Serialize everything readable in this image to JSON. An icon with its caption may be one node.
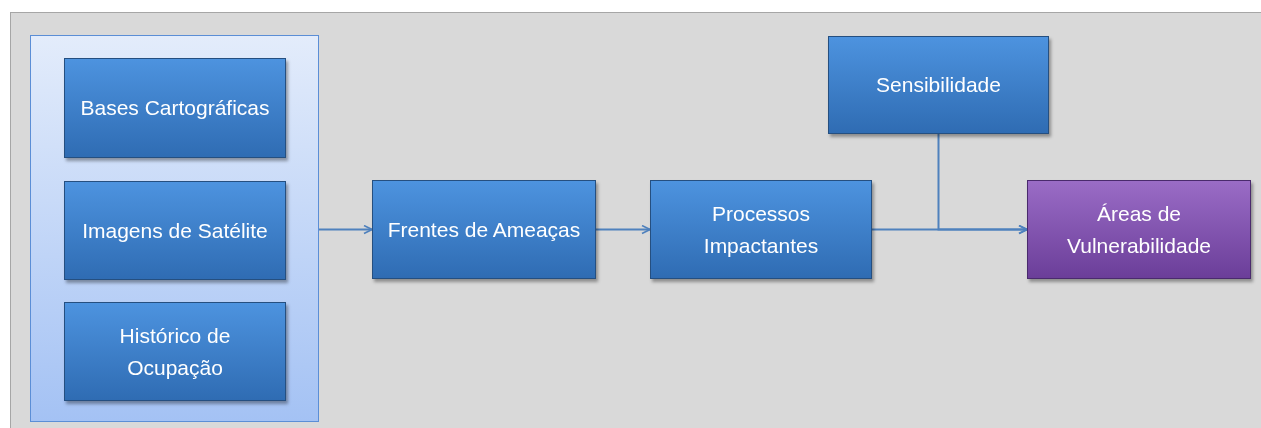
{
  "diagram": {
    "nodes": [
      {
        "text": [],
        "shape": "box"
      },
      {
        "text": [
          "Bases Cartográficas"
        ],
        "in": 0
      },
      {
        "text": [
          "Imagens de Satélite"
        ],
        "in": 0
      },
      {
        "text": [
          "Histórico de Ocupação"
        ],
        "in": 0
      },
      {
        "text": [
          "Frentes de Ameaças"
        ]
      },
      {
        "text": [
          "Processos Impactantes"
        ]
      },
      {
        "text": [
          "Sensibilidade"
        ]
      },
      {
        "text": [
          "Áreas de Vulnerabilidade"
        ]
      }
    ],
    "edges": [
      {
        "from": 0,
        "to": 4,
        "arrow": "to"
      },
      {
        "from": 4,
        "to": 5,
        "arrow": "to"
      },
      {
        "from": 5,
        "to": 7,
        "arrow": "to"
      },
      {
        "from": 6,
        "to": 7,
        "arrow": "to"
      }
    ]
  }
}
